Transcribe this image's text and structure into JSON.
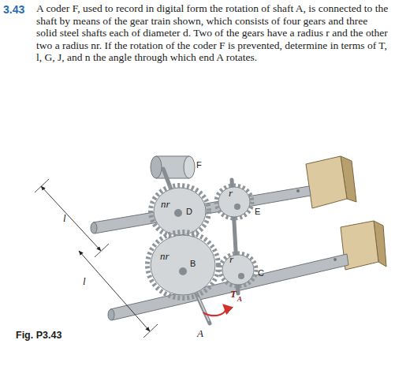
{
  "diagram": {
    "caption": "Fig. P3.43",
    "labels": [
      "3.43",
      "A coder F, used to record in digital form the rotation of shaft A, is connected to the shaft by means of the gear train shown, which consists of four gears and three solid steel shafts each of diameter d. Two of the gears have a radius r and the other two a radius nr. If the rotation of the coder F is prevented, determine in terms of T, l, G, J, and n the angle through which end A rotates.",
      "F",
      "nr",
      "D",
      "r",
      "E",
      "l",
      "l",
      "nr",
      "B",
      "r",
      "C",
      "T",
      "A",
      "A"
    ]
  }
}
